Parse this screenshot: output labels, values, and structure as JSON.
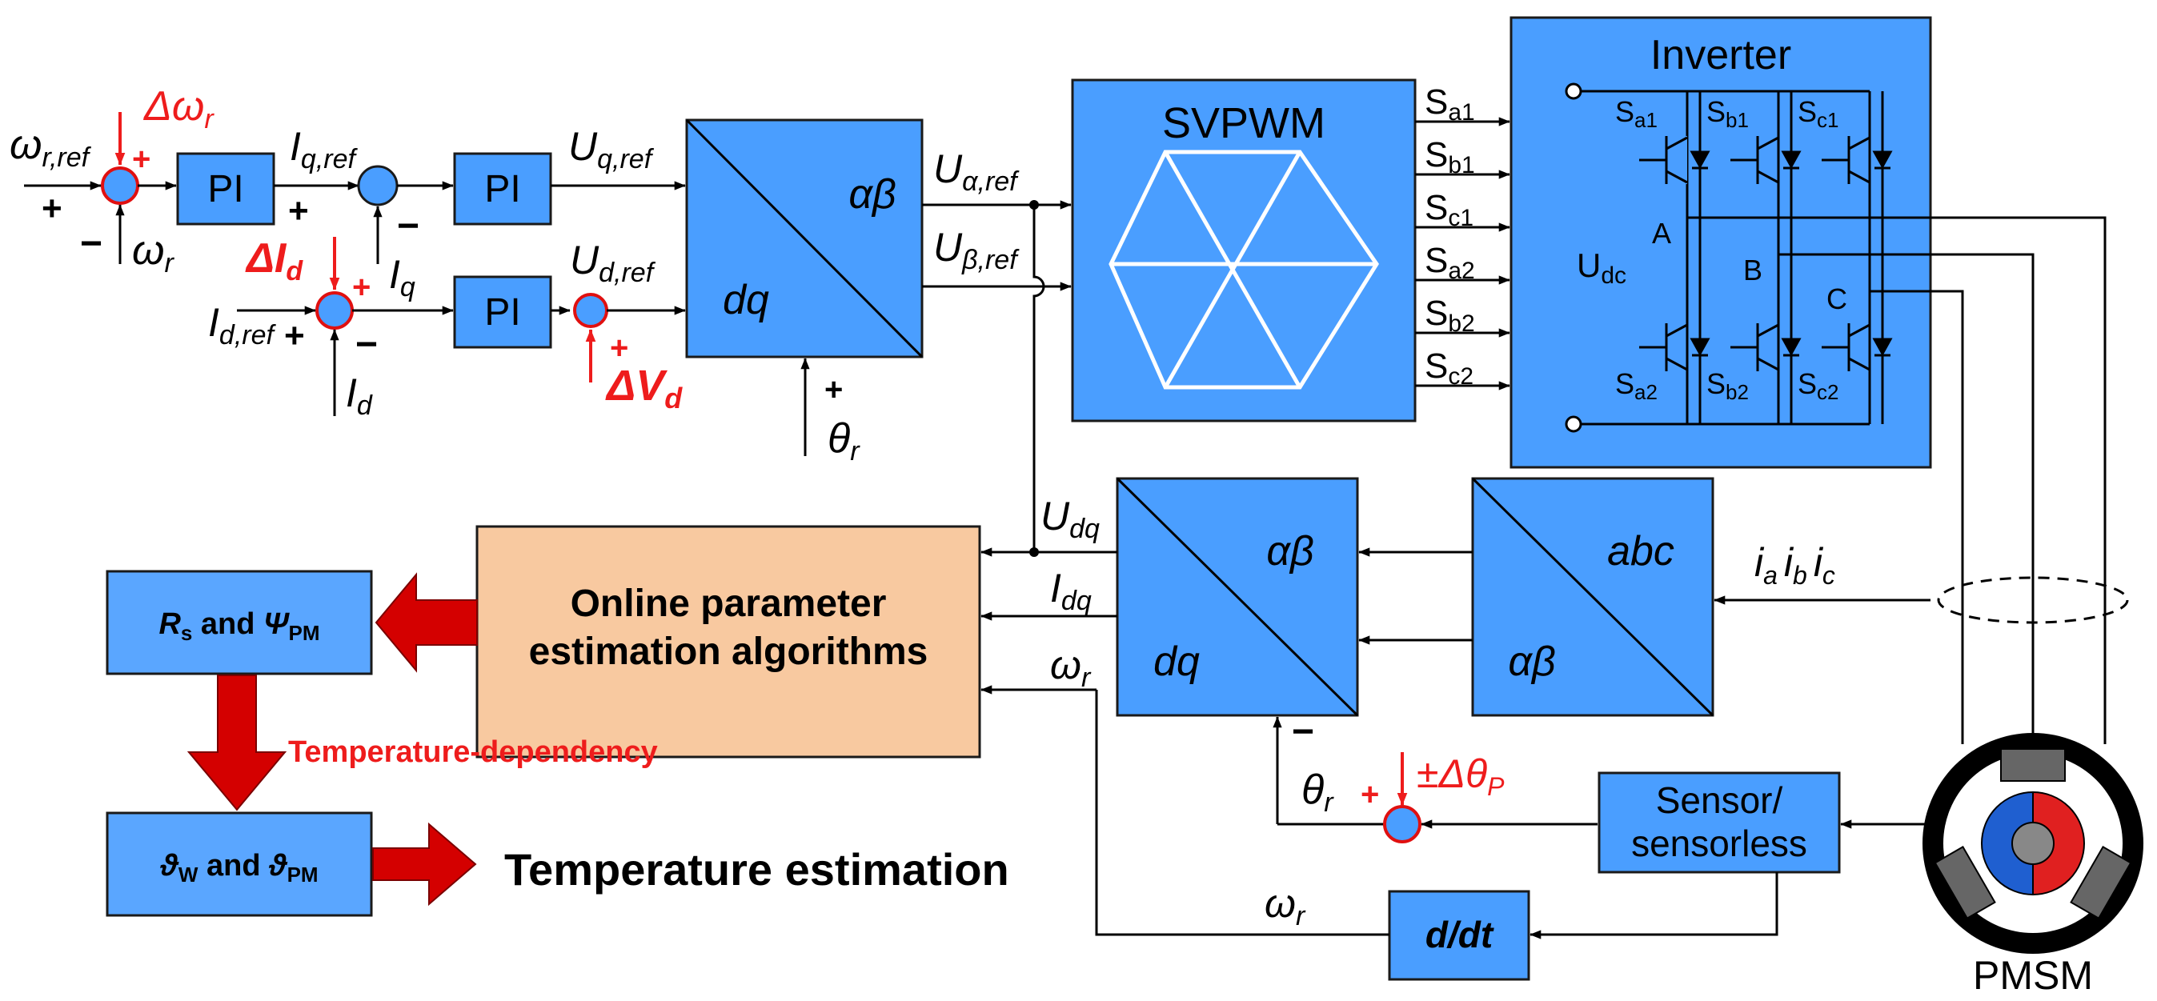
{
  "blocks": {
    "pi1": "PI",
    "pi2": "PI",
    "pi3": "PI",
    "park_top_alpha_beta": "αβ",
    "park_top_dq": "dq",
    "svpwm": "SVPWM",
    "inverter": "Inverter",
    "udc_main": "U",
    "udc_sub": "dc",
    "inverse_park_alpha_beta": "αβ",
    "inverse_park_dq": "dq",
    "clarke_abc": "abc",
    "clarke_alpha_beta": "αβ",
    "estimator_line1": "Online parameter",
    "estimator_line2": "estimation algorithms",
    "rs_psi_rs": "R",
    "rs_psi_rs_sub": "s",
    "rs_psi_and": " and ",
    "rs_psi_psi": "Ψ",
    "rs_psi_psi_sub": "PM",
    "theta_box_w": "ϑ",
    "theta_box_w_sub": "W",
    "theta_box_and": " and ",
    "theta_box_pm": "ϑ",
    "theta_box_pm_sub": "PM",
    "sensor_line1": "Sensor/",
    "sensor_line2": "sensorless",
    "ddt": "d/dt",
    "pmsm": "PMSM"
  },
  "signals": {
    "omega_r_ref": "ω",
    "omega_r_ref_sub": "r,ref",
    "delta_omega": "Δω",
    "delta_omega_sub": "r",
    "omega_r": "ω",
    "omega_r_sub": "r",
    "iq_ref": "I",
    "iq_ref_sub": "q,ref",
    "iq": "I",
    "iq_sub": "q",
    "delta_id": "ΔI",
    "delta_id_sub": "d",
    "id_ref": "I",
    "id_ref_sub": "d,ref",
    "id": "I",
    "id_sub": "d",
    "uq_ref": "U",
    "uq_ref_sub": "q,ref",
    "ud_ref": "U",
    "ud_ref_sub": "d,ref",
    "delta_vd": "ΔV",
    "delta_vd_sub": "d",
    "u_alpha_ref": "U",
    "u_alpha_ref_sub": "α,ref",
    "u_beta_ref": "U",
    "u_beta_ref_sub": "β,ref",
    "theta_r": "θ",
    "theta_r_sub": "r",
    "udq": "U",
    "udq_sub": "dq",
    "idq": "I",
    "idq_sub": "dq",
    "omega_r_est": "ω",
    "omega_r_est_sub": "r",
    "ia": "i",
    "ia_sub": "a",
    "ib": "i",
    "ib_sub": "b",
    "ic": "i",
    "ic_sub": "c",
    "theta_r2": "θ",
    "theta_r2_sub": "r",
    "delta_theta": "±Δθ",
    "delta_theta_sub": "P",
    "omega_r_ddt": "ω",
    "omega_r_ddt_sub": "r",
    "plus": "+",
    "minus": "−"
  },
  "switches": {
    "s_main": "S",
    "sa1": "a1",
    "sb1": "b1",
    "sc1": "c1",
    "sa2": "a2",
    "sb2": "b2",
    "sc2": "c2"
  },
  "phases": {
    "a": "A",
    "b": "B",
    "c": "C"
  },
  "labels": {
    "temperature_dependency": "Temperature-dependency",
    "temperature_estimation": "Temperature estimation"
  },
  "colors": {
    "block_blue": "#4a9eff",
    "estimator_orange": "#f8c9a0",
    "accent_red": "#ee1c1c",
    "arrow_red": "#d40000",
    "line": "#000000"
  }
}
